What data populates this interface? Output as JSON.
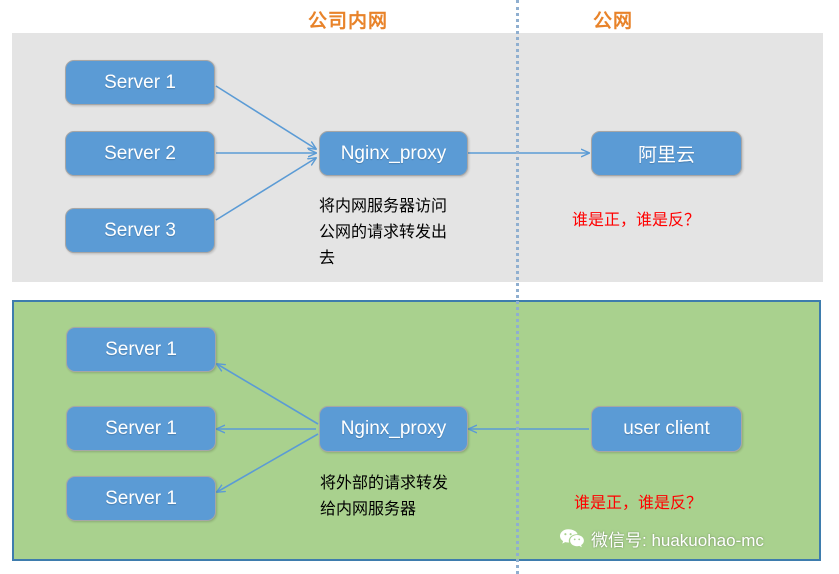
{
  "zones": {
    "intranet_label": "公司内网",
    "public_label": "公网",
    "accent_color": "#E8832A",
    "divider_color": "#8FAFD0"
  },
  "panels": {
    "top": {
      "background": "#E4E4E4"
    },
    "bottom": {
      "background": "#A9D18E",
      "border": "#3E7CAD"
    }
  },
  "node_style": {
    "fill": "#5B9BD5",
    "border": "#A6A6A6",
    "text": "#FFFFFF"
  },
  "top_section": {
    "servers": [
      {
        "label": "Server 1"
      },
      {
        "label": "Server 2"
      },
      {
        "label": "Server 3"
      }
    ],
    "proxy": {
      "label": "Nginx_proxy"
    },
    "cloud": {
      "label": "阿里云"
    },
    "caption": "将内网服务器访问公网的请求转发出去",
    "question": "谁是正，谁是反？"
  },
  "bottom_section": {
    "servers": [
      {
        "label": "Server 1"
      },
      {
        "label": "Server 1"
      },
      {
        "label": "Server 1"
      }
    ],
    "proxy": {
      "label": "Nginx_proxy"
    },
    "client": {
      "label": "user client"
    },
    "caption": "将外部的请求转发给内网服务器",
    "question": "谁是正，谁是反？"
  },
  "watermark": {
    "text": "微信号: huakuohao-mc",
    "icon": "wechat-icon"
  },
  "arrow_color": "#5B9BD5"
}
